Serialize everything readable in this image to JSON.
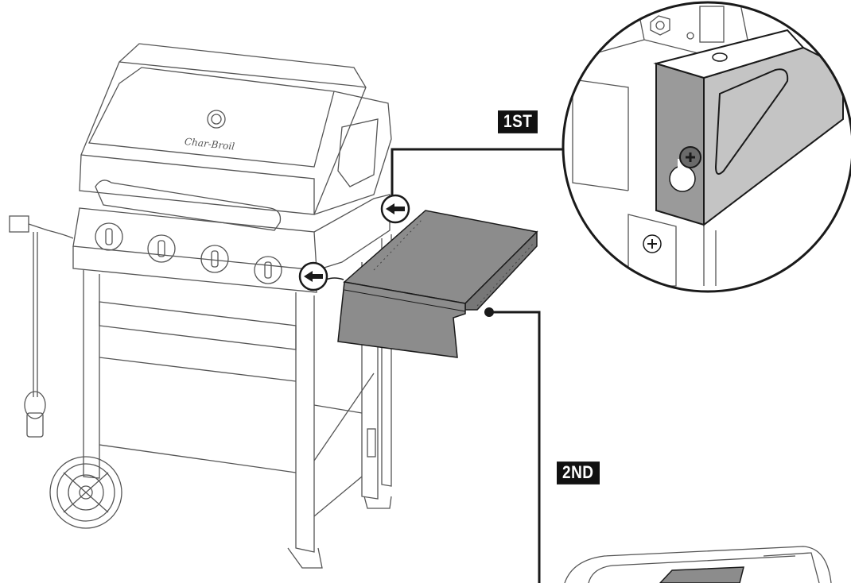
{
  "steps": {
    "first_label": "1ST",
    "second_label": "2ND"
  },
  "grill": {
    "brand_logo": "Char-Broil"
  },
  "colors": {
    "line": "#1a1a1a",
    "outline": "#555555",
    "shelf_fill": "#8c8c8c",
    "label_bg": "#111111",
    "label_text": "#ffffff"
  },
  "icons": {
    "arrow": "arrow-left-icon",
    "screw": "phillips-screw-icon"
  }
}
